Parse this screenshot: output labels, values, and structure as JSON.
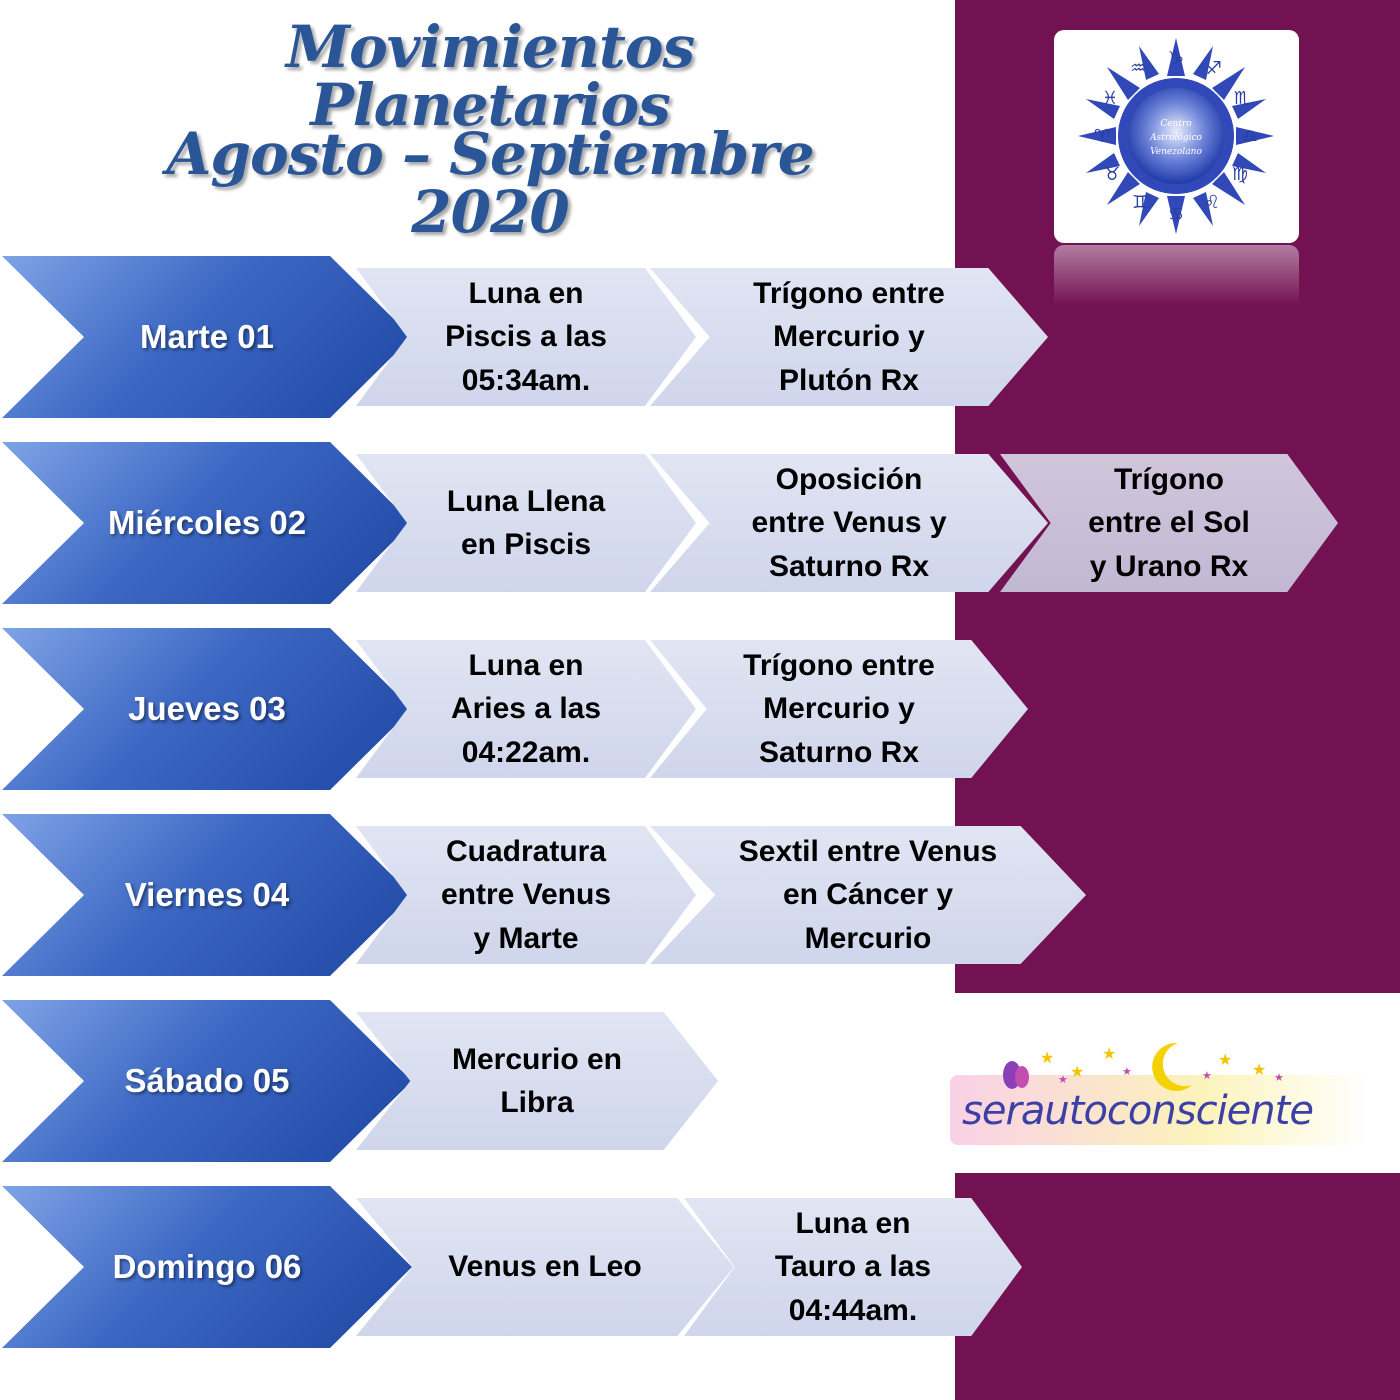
{
  "header": {
    "title_line1": "Movimientos Planetarios",
    "title_line2": "Agosto – Septiembre 2020"
  },
  "logo": {
    "text_line1": "Centro",
    "text_line2": "Astrológico",
    "text_line3": "Venezolano",
    "icon": "zodiac-wheel-icon"
  },
  "brand": {
    "name": "serautoconsciente",
    "icon": "butterfly-moon-stars-icon"
  },
  "colors": {
    "panel": "#731252",
    "title": "#2a5597",
    "day_chevron": "#3b67c3",
    "event_chevron": "#d5dbef"
  },
  "days": [
    {
      "label": "Marte  01",
      "events": [
        [
          "Luna en",
          "Piscis a las",
          "05:34am."
        ],
        [
          "Trígono entre",
          "Mercurio y",
          "Plutón Rx"
        ]
      ]
    },
    {
      "label": "Miércoles 02",
      "events": [
        [
          "Luna Llena",
          "en Piscis"
        ],
        [
          "Oposición",
          "entre Venus y",
          "Saturno Rx"
        ],
        [
          "Trígono",
          "entre el Sol",
          "y Urano Rx"
        ]
      ]
    },
    {
      "label": "Jueves 03",
      "events": [
        [
          "Luna en",
          "Aries a las",
          "04:22am."
        ],
        [
          "Trígono entre",
          "Mercurio y",
          "Saturno Rx"
        ]
      ]
    },
    {
      "label": "Viernes 04",
      "events": [
        [
          "Cuadratura",
          "entre Venus",
          "y Marte"
        ],
        [
          "Sextil entre Venus",
          "en Cáncer y",
          "Mercurio"
        ]
      ]
    },
    {
      "label": "Sábado  05",
      "events": [
        [
          "Mercurio en",
          "Libra"
        ]
      ]
    },
    {
      "label": "Domingo 06",
      "events": [
        [
          "Venus en Leo"
        ],
        [
          "Luna en",
          "Tauro a las",
          "04:44am."
        ]
      ]
    }
  ]
}
